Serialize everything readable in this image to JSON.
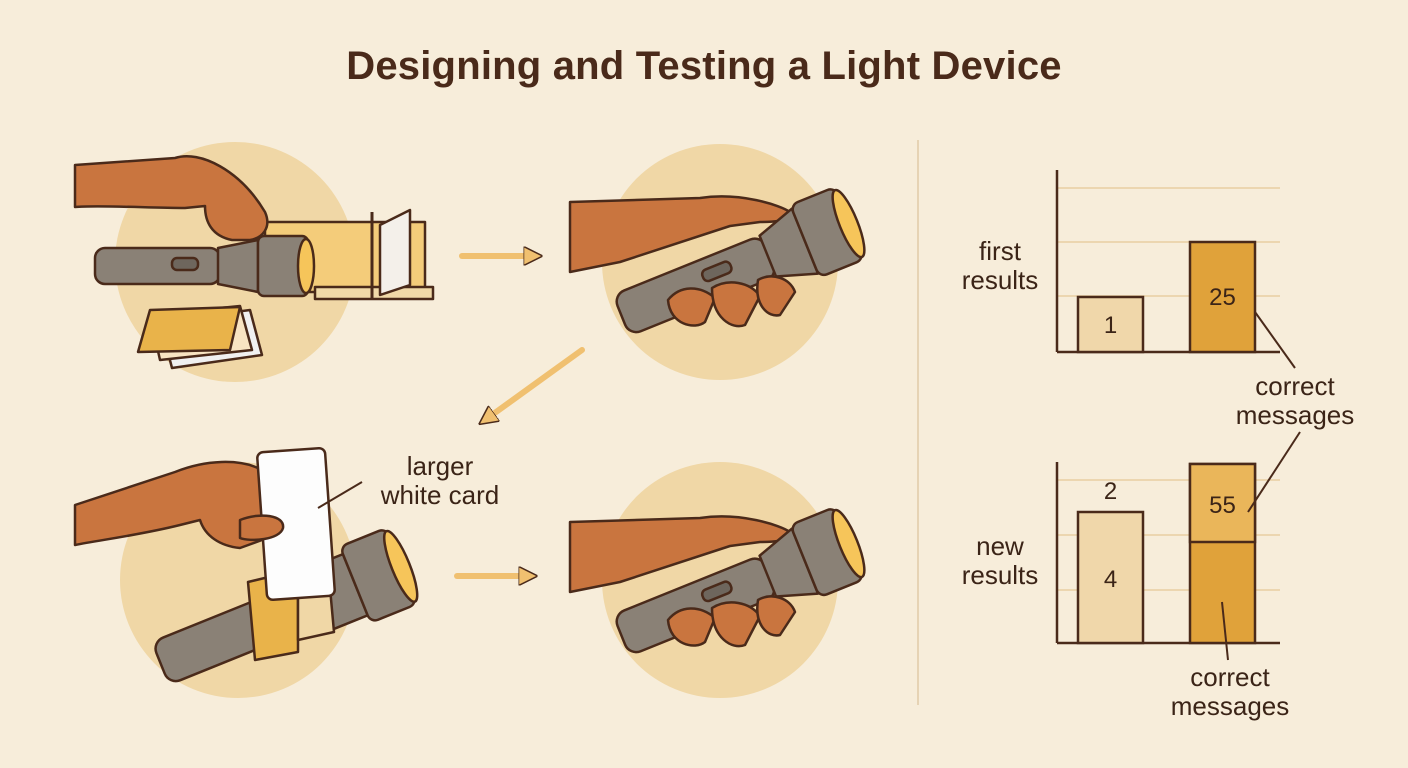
{
  "title": "Designing and Testing a Light Device",
  "labels": {
    "card_callout_line1": "larger",
    "card_callout_line2": "white card",
    "first_results_line1": "first",
    "first_results_line2": "results",
    "new_results_line1": "new",
    "new_results_line2": "results",
    "correct_messages_top_line1": "correct",
    "correct_messages_top_line2": "messages",
    "correct_messages_bottom_line1": "correct",
    "correct_messages_bottom_line2": "messages"
  },
  "chart_data": [
    {
      "type": "bar",
      "categories": [
        "",
        ""
      ],
      "values": [
        1,
        25
      ],
      "labels": [
        "1",
        "25"
      ],
      "title": "",
      "xlabel": "",
      "ylabel": "first results"
    },
    {
      "type": "bar",
      "categories": [
        "",
        ""
      ],
      "values": [
        4,
        55
      ],
      "labels": [
        "4",
        "55"
      ],
      "extra_labels": [
        "2"
      ],
      "title": "",
      "xlabel": "",
      "ylabel": "new results"
    }
  ],
  "colors": {
    "background": "#f7edda",
    "circle": "#f0d7a6",
    "skin": "#c9753f",
    "flashlight": "#8a8176",
    "lens": "#f6c55a",
    "bar_light": "#f0d7aa",
    "bar_dark": "#e0a23a",
    "outline": "#4a2a1a",
    "arrow": "#f0c070"
  }
}
